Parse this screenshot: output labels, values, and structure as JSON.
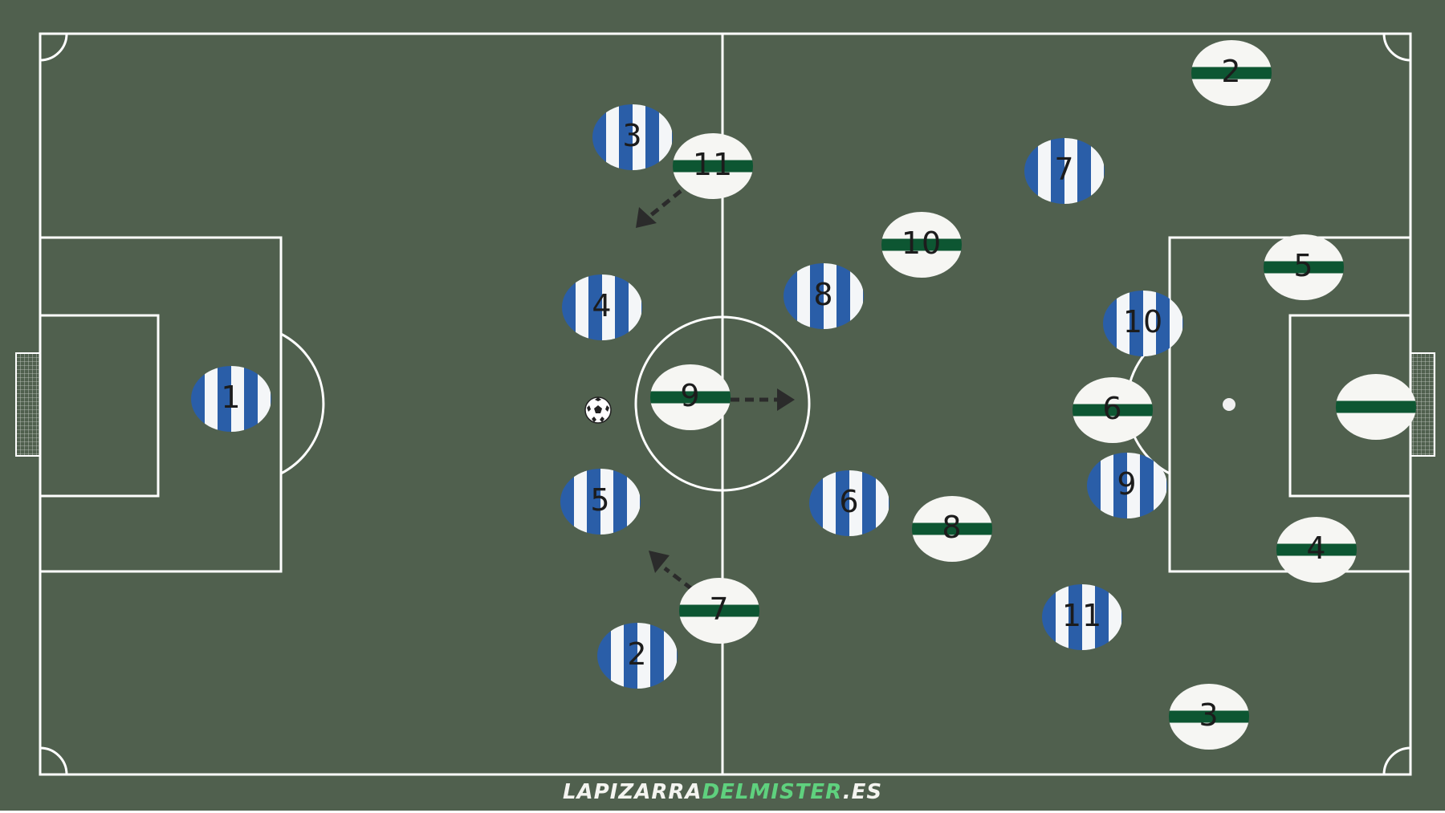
{
  "colors": {
    "pitch": "#50604e",
    "lines": "#ffffff",
    "team_blue_primary": "#2a5ea8",
    "team_blue_secondary": "#f4f6f8",
    "team_white_primary": "#f6f6f3",
    "team_white_band": "#0d5632",
    "arrows": "#2b2b2b",
    "watermark_text": "#f4f4f0",
    "watermark_accent": "#5fd17e"
  },
  "watermark": {
    "part1": "LAPIZARRA",
    "part2": "DELMISTER",
    "part3": ".ES"
  },
  "teams": {
    "blue_striped": {
      "players": [
        {
          "number": "1"
        },
        {
          "number": "3"
        },
        {
          "number": "4"
        },
        {
          "number": "5"
        },
        {
          "number": "2"
        },
        {
          "number": "8"
        },
        {
          "number": "6"
        },
        {
          "number": "7"
        },
        {
          "number": "10"
        },
        {
          "number": "9"
        },
        {
          "number": "11"
        }
      ]
    },
    "white_green": {
      "players": [
        {
          "number": "11"
        },
        {
          "number": "9"
        },
        {
          "number": "7"
        },
        {
          "number": "10"
        },
        {
          "number": "8"
        },
        {
          "number": "6"
        },
        {
          "number": "2"
        },
        {
          "number": "5"
        },
        {
          "number": "4"
        },
        {
          "number": "3"
        },
        {
          "number": ""
        }
      ]
    }
  },
  "ball": {
    "icon": "soccer-ball-icon"
  },
  "arrows": [
    {
      "icon": "dashed-arrow-icon",
      "from_player": "white 11"
    },
    {
      "icon": "dashed-arrow-icon",
      "from_player": "white 7"
    },
    {
      "icon": "dashed-arrow-icon",
      "from_player": "white 9"
    }
  ]
}
